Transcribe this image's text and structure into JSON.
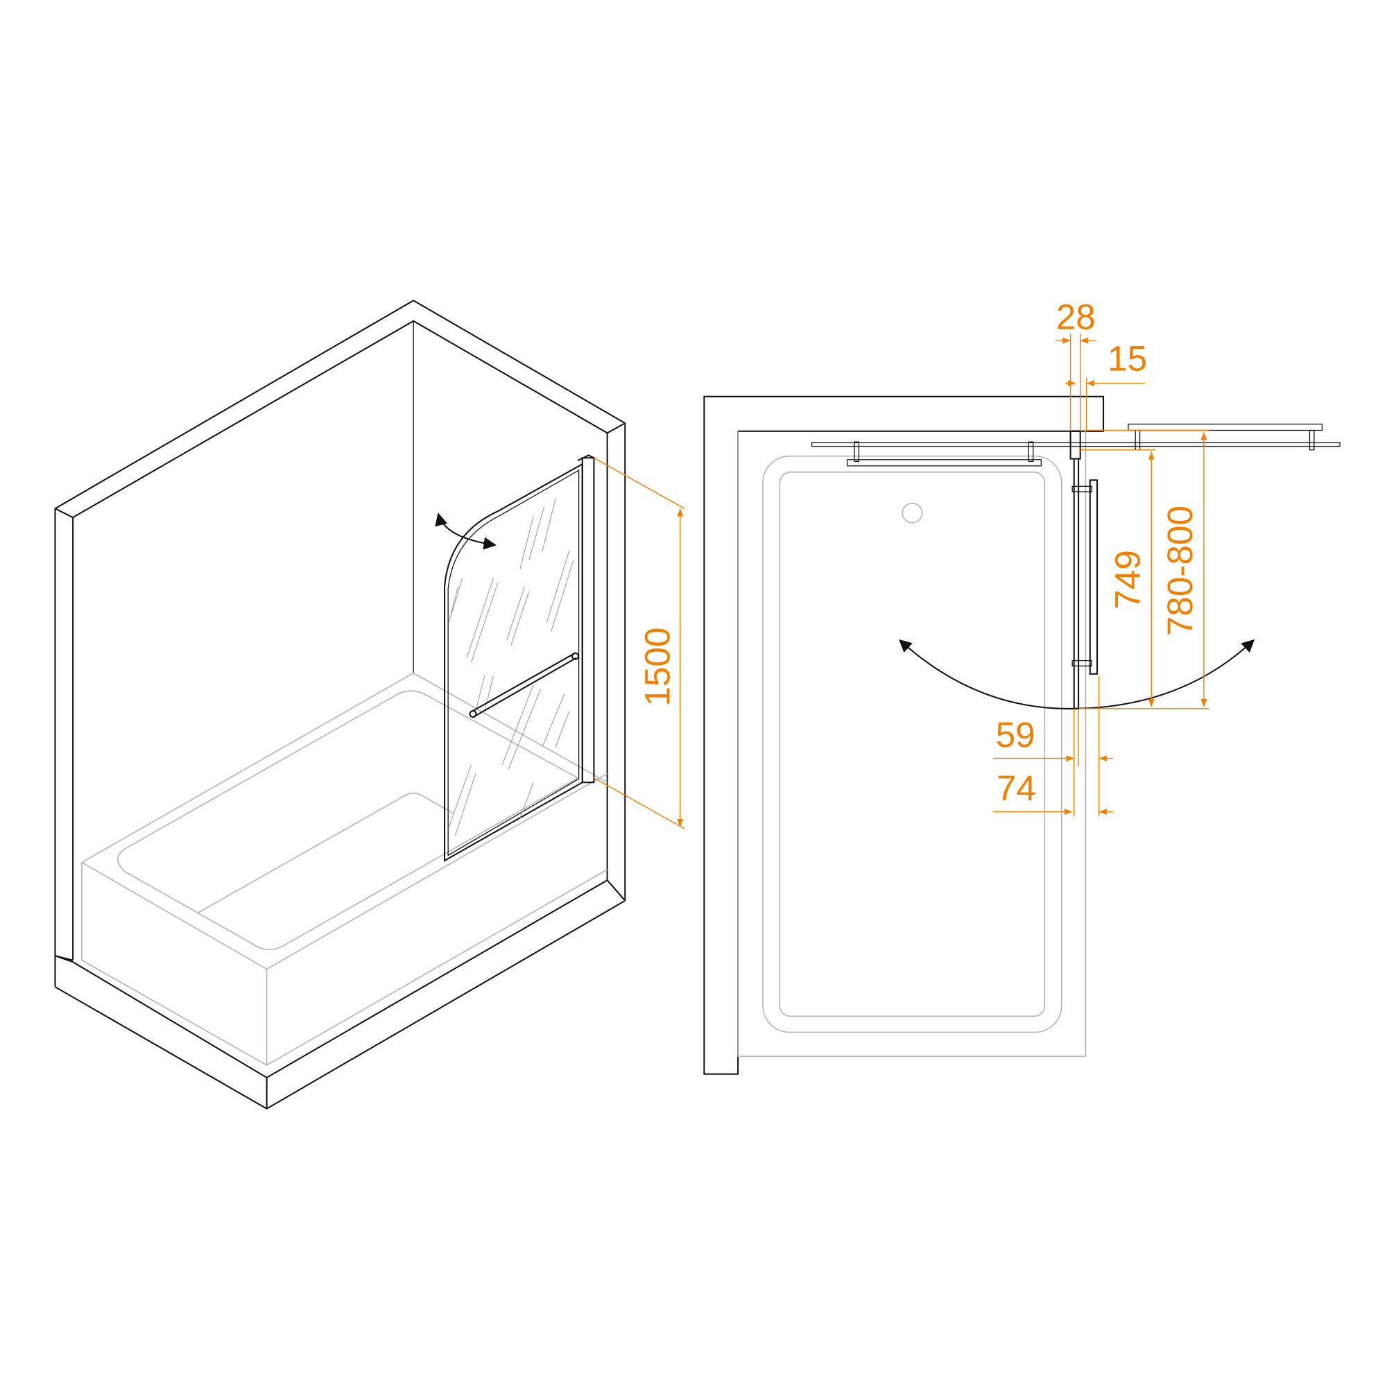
{
  "colors": {
    "dimension": "#f08000",
    "outline": "#111111",
    "bathtub": "#b5b5b5"
  },
  "isometric_view": {
    "height_label": "1500"
  },
  "plan_view": {
    "profile_width_label": "28",
    "glass_offset_label": "15",
    "panel_length_label": "749",
    "total_width_label": "780-800",
    "handle_offset_label": "59",
    "handle_depth_label": "74"
  }
}
